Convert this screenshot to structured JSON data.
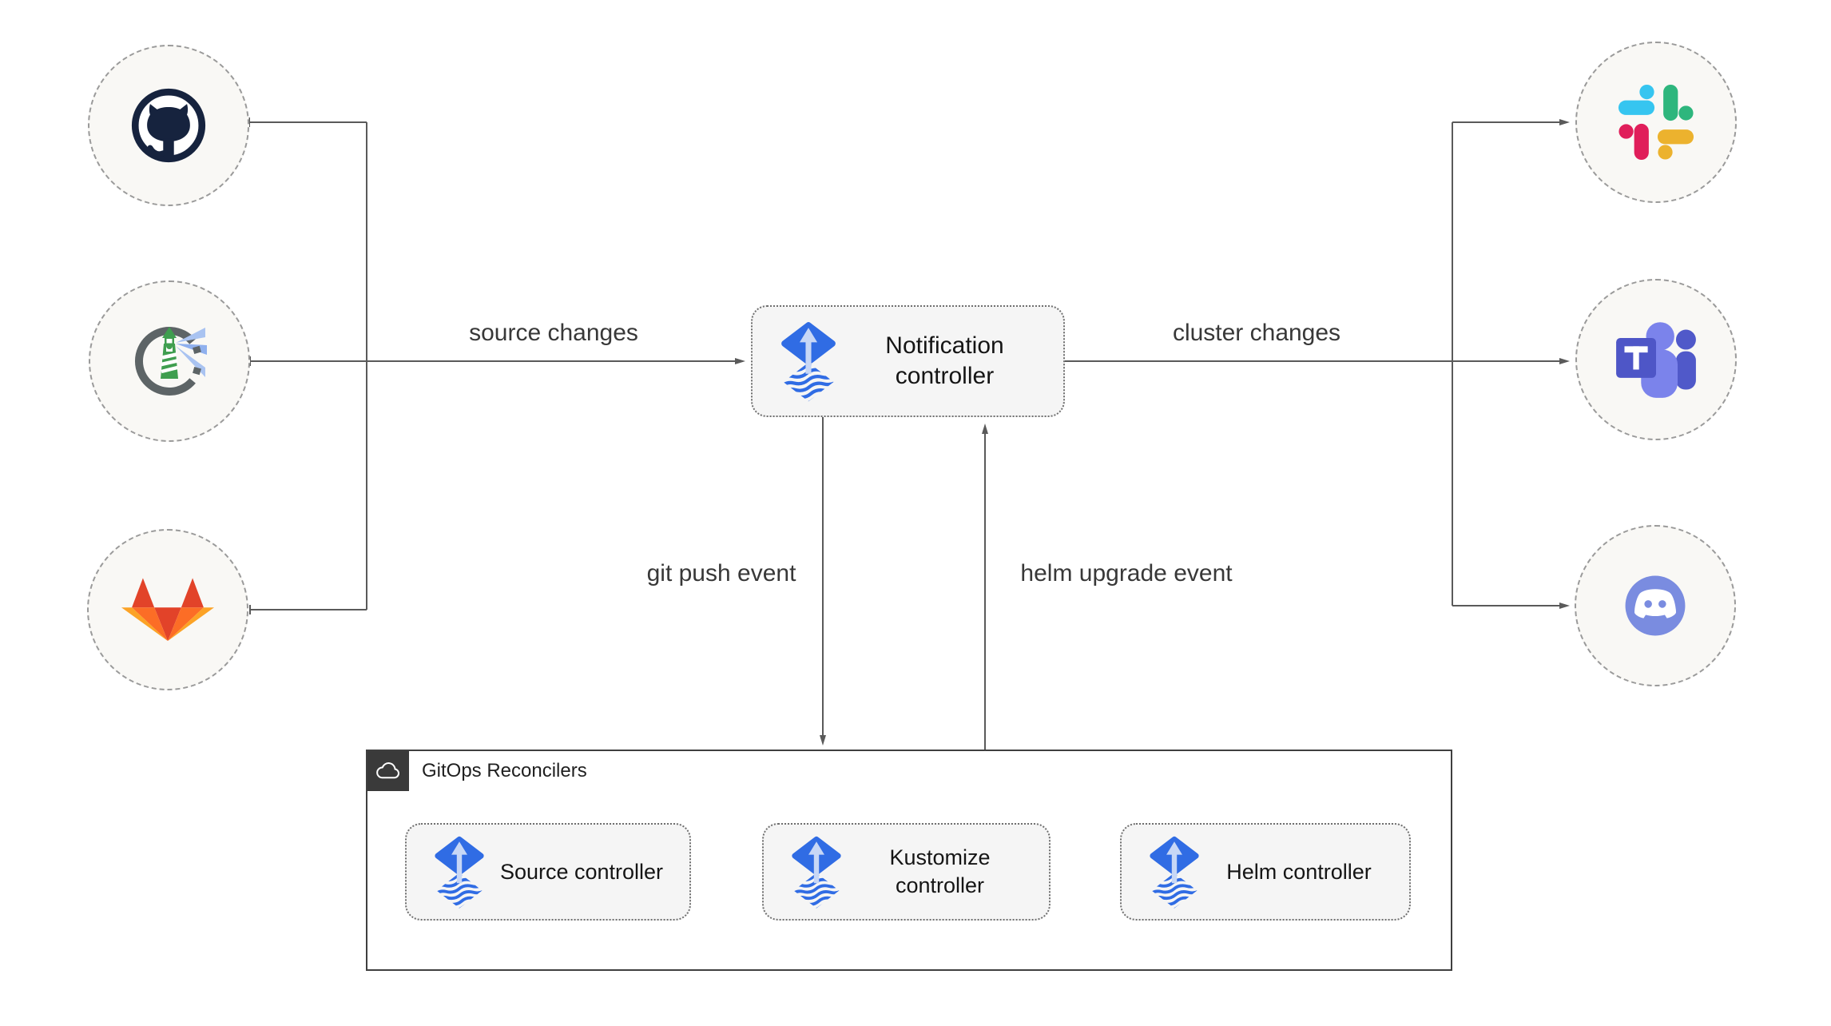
{
  "diagram": {
    "kind": "flux-gitops-notification-architecture"
  },
  "nodes": {
    "notification": {
      "label": "Notification controller",
      "icon": "flux-icon"
    },
    "source": {
      "label": "Source controller",
      "icon": "flux-icon"
    },
    "kustomize": {
      "label": "Kustomize controller",
      "icon": "flux-icon"
    },
    "helm": {
      "label": "Helm controller",
      "icon": "flux-icon"
    }
  },
  "group": {
    "label": "GitOps Reconcilers",
    "icon": "cloud-icon"
  },
  "edge_labels": {
    "source_changes": "source changes",
    "cluster_changes": "cluster changes",
    "git_push": "git push event",
    "helm_upgrade": "helm upgrade event"
  },
  "endpoints": {
    "left": [
      "github-icon",
      "harbor-icon",
      "gitlab-icon"
    ],
    "right": [
      "slack-icon",
      "teams-icon",
      "discord-icon"
    ]
  },
  "connections": [
    {
      "from": "github",
      "to": "notification",
      "label": "source changes"
    },
    {
      "from": "harbor",
      "to": "notification",
      "label": "source changes"
    },
    {
      "from": "gitlab",
      "to": "notification",
      "label": "source changes"
    },
    {
      "from": "notification",
      "to": "slack",
      "label": "cluster changes"
    },
    {
      "from": "notification",
      "to": "teams",
      "label": "cluster changes"
    },
    {
      "from": "notification",
      "to": "discord",
      "label": "cluster changes"
    },
    {
      "from": "notification",
      "to": "gitops-reconcilers",
      "label": "git push event"
    },
    {
      "from": "gitops-reconcilers",
      "to": "notification",
      "label": "helm upgrade event"
    },
    {
      "from": "source",
      "to": "kustomize"
    },
    {
      "from": "kustomize",
      "to": "helm"
    }
  ],
  "colors": {
    "connector": "#5a5a5a",
    "node_fill": "#f5f5f5",
    "node_border": "#6f6f6f",
    "circle_fill": "#f9f8f5",
    "circle_border": "#9a9a9a",
    "flux_blue": "#306ce4",
    "flux_arrow": "#c7d7f6",
    "github_navy": "#16233e",
    "harbor_green": "#3f9e4f",
    "harbor_gray": "#5d6466",
    "harbor_beam": "#a9c3f1",
    "gitlab_dark": "#e24329",
    "gitlab_orange": "#fc6d26",
    "gitlab_yellow": "#fca326",
    "slack_blue": "#36c5f0",
    "slack_green": "#2eb67d",
    "slack_red": "#e01e5a",
    "slack_yellow": "#ecb22e",
    "teams_light": "#7b83eb",
    "teams_mid": "#5059c9",
    "teams_dark": "#4e56c7",
    "discord_blurple": "#7a8ce0",
    "group_border": "#3f3f3f",
    "badge_bg": "#3a3a3a"
  }
}
